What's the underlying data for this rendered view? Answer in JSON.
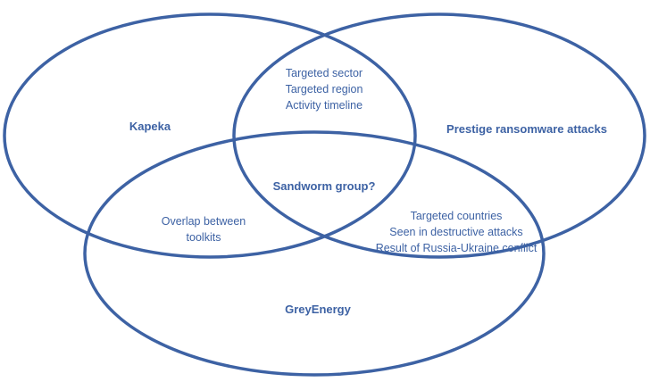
{
  "diagram": {
    "outline_color": "#3d62a4",
    "text_color": "#3d62a4",
    "sets": {
      "kapeka": "Kapeka",
      "prestige": "Prestige ransomware attacks",
      "greyenergy": "GreyEnergy"
    },
    "regions": {
      "kapeka_prestige": [
        "Targeted sector",
        "Targeted region",
        "Activity timeline"
      ],
      "kapeka_greyenergy": [
        "Overlap between",
        "toolkits"
      ],
      "prestige_greyenergy": [
        "Targeted countries",
        "Seen in destructive attacks",
        "Result of Russia-Ukraine conflict"
      ],
      "all_three": "Sandworm group?"
    }
  }
}
